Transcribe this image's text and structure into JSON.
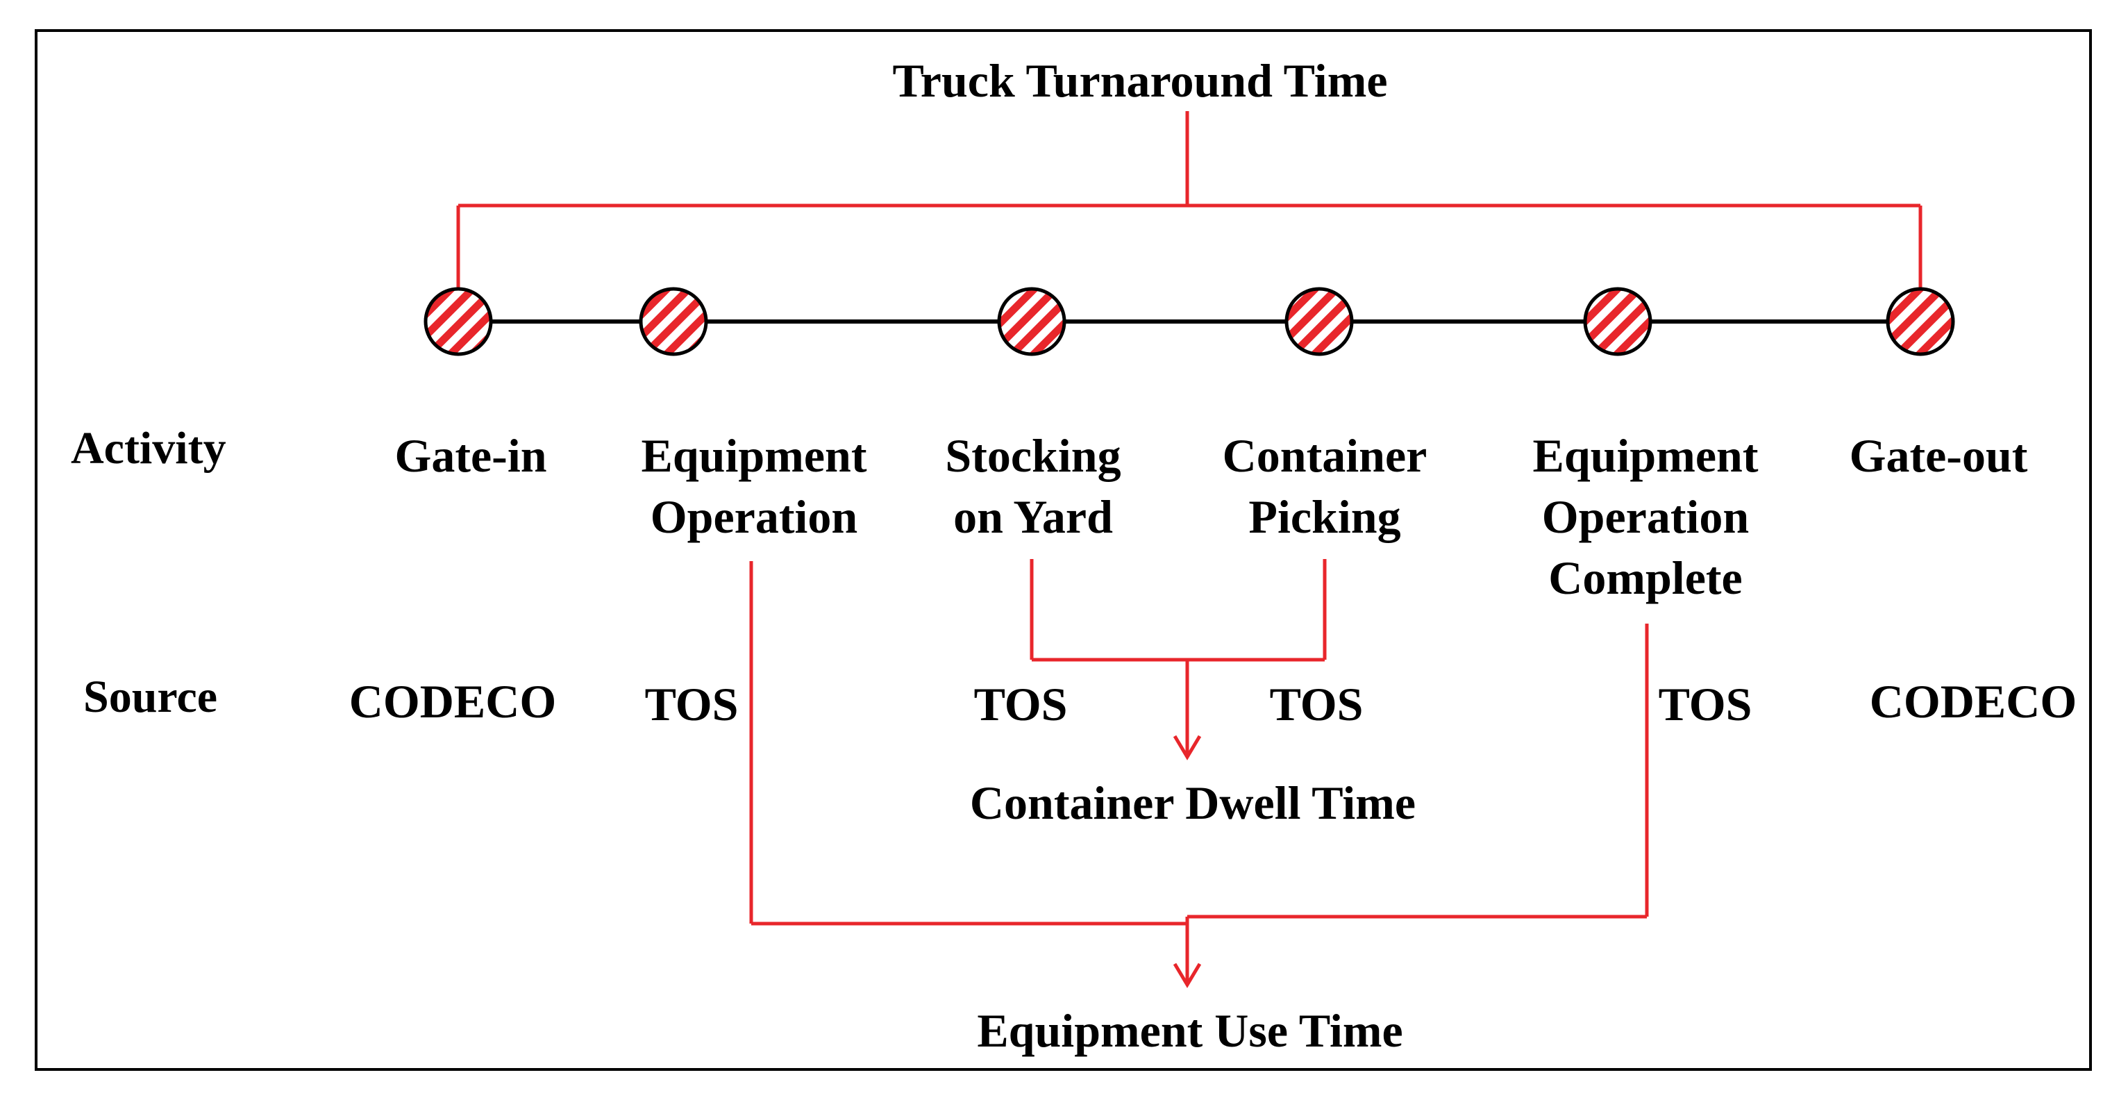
{
  "title": "Truck Turnaround Time",
  "row_labels": {
    "activity": "Activity",
    "source": "Source"
  },
  "activities": [
    {
      "label": "Gate-in",
      "source": "CODECO"
    },
    {
      "label": "Equipment\nOperation",
      "source": "TOS"
    },
    {
      "label": "Stocking\non Yard",
      "source": "TOS"
    },
    {
      "label": "Container\nPicking",
      "source": "TOS"
    },
    {
      "label": "Equipment\nOperation\nComplete",
      "source": "TOS"
    },
    {
      "label": "Gate-out",
      "source": "CODECO"
    }
  ],
  "metrics": {
    "container_dwell": "Container Dwell Time",
    "equipment_use": "Equipment Use Time"
  },
  "colors": {
    "connector": "#e8262b",
    "timeline": "#000000",
    "node_stripe": "#e8262b",
    "node_fill": "#ffffff"
  }
}
